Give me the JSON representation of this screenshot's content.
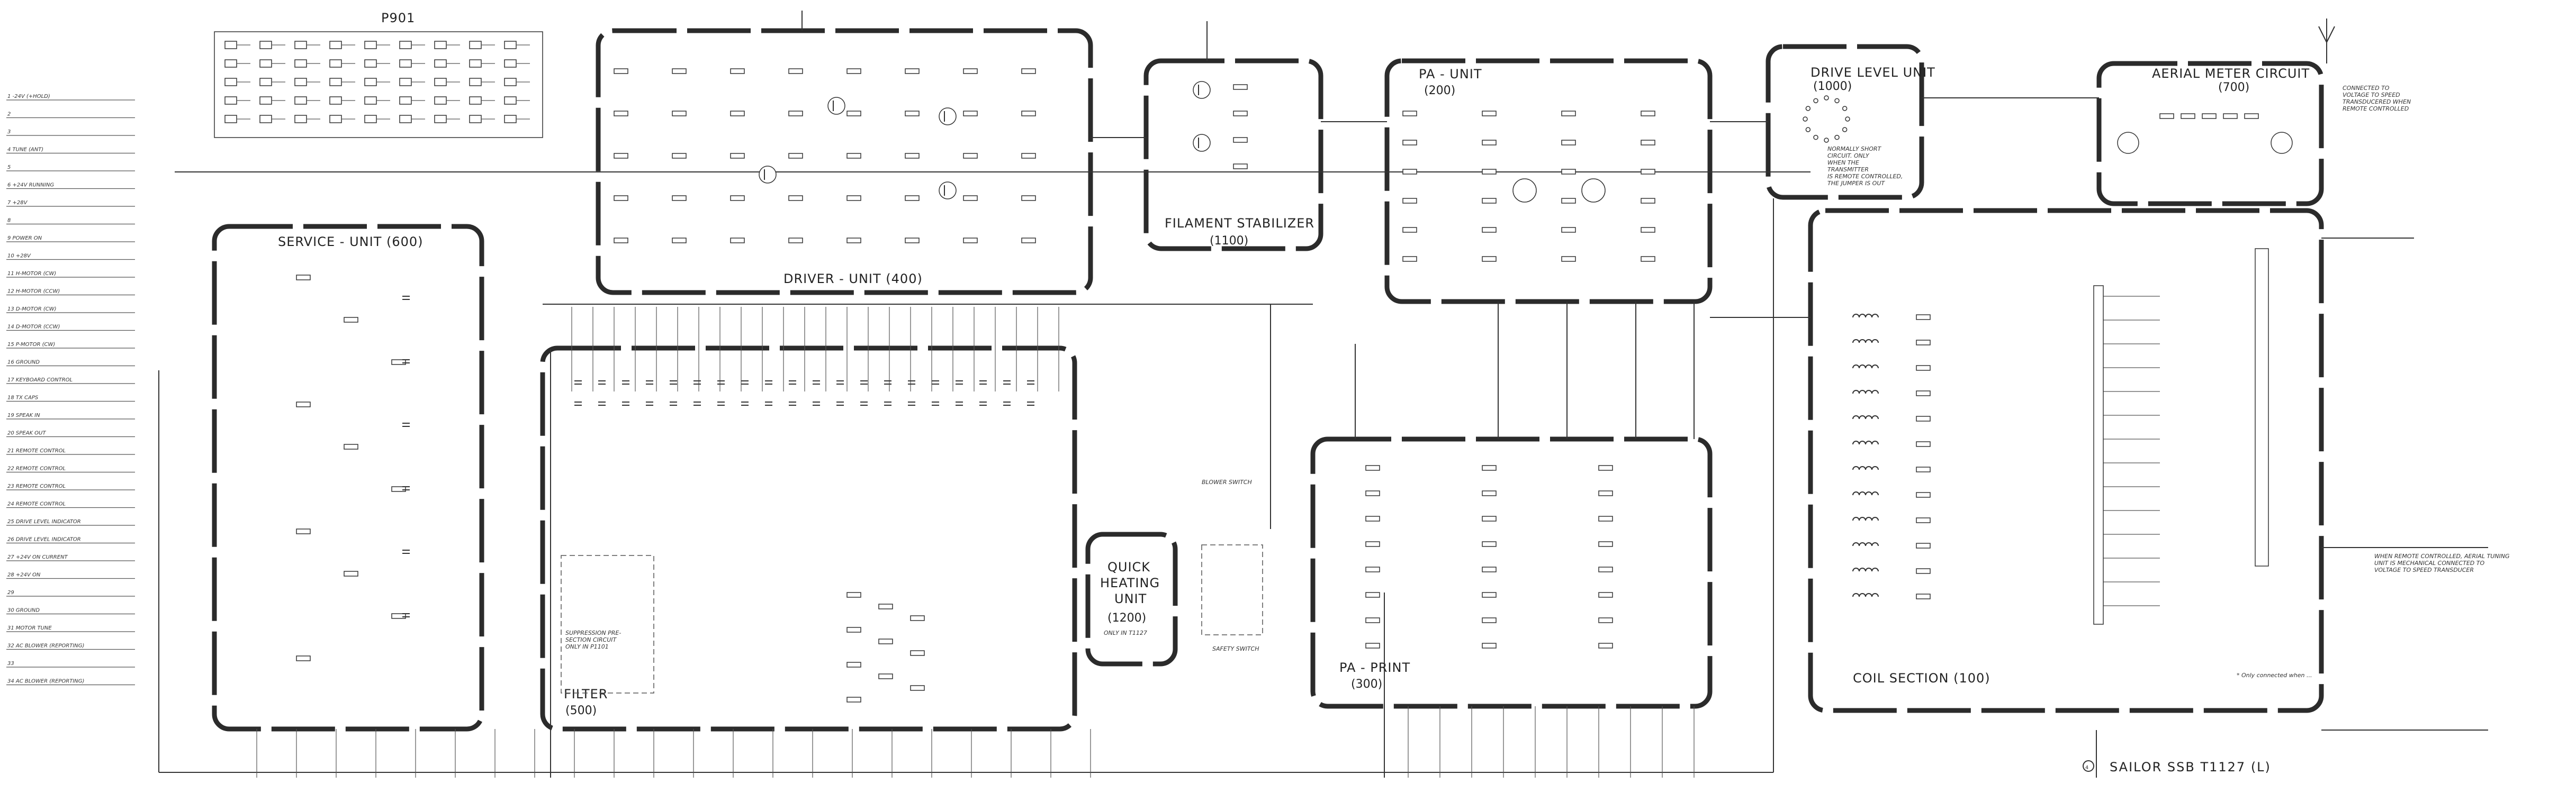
{
  "connector": {
    "label": "P901"
  },
  "units": [
    {
      "id": "driver",
      "name": "DRIVER - UNIT (400)"
    },
    {
      "id": "filament",
      "name": "FILAMENT STABILIZER",
      "number": "(1100)"
    },
    {
      "id": "pa",
      "name": "PA - UNIT",
      "number": "(200)"
    },
    {
      "id": "drive",
      "name": "DRIVE LEVEL UNIT",
      "number": "(1000)"
    },
    {
      "id": "aerial",
      "name": "AERIAL METER CIRCUIT",
      "number": "(700)"
    },
    {
      "id": "service",
      "name": "SERVICE - UNIT (600)"
    },
    {
      "id": "filter",
      "name": "FILTER",
      "number": "(500)"
    },
    {
      "id": "quick",
      "name": "QUICK",
      "name2": "HEATING",
      "name3": "UNIT",
      "number": "(1200)"
    },
    {
      "id": "paprint",
      "name": "PA - PRINT",
      "number": "(300)"
    },
    {
      "id": "coil",
      "name": "COIL SECTION (100)"
    }
  ],
  "notes": {
    "aerial_out": [
      "CONNECTED TO",
      "VOLTAGE TO SPEED",
      "TRANSDUCERED WHEN",
      "REMOTE CONTROLLED"
    ],
    "drive_note": [
      "NORMALLY SHORT",
      "CIRCUIT. ONLY",
      "WHEN THE",
      "TRANSMITTER",
      "IS REMOTE CONTROLLED,",
      "THE JUMPER IS OUT"
    ],
    "remote_note": [
      "WHEN REMOTE CONTROLLED, AERIAL TUNING",
      "UNIT IS MECHANICAL CONNECTED TO",
      "VOLTAGE TO SPEED TRANSDUCER"
    ],
    "filter_note": [
      "SUPPRESSION PRE-",
      "SECTION CIRCUIT",
      "ONLY IN P1101"
    ],
    "quick_note": "ONLY IN T1127",
    "blower": "BLOWER SWITCH",
    "safety": "SAFETY SWITCH",
    "only_connected": "* Only connected when ..."
  },
  "pin_list": [
    "1  -24V (+HOLD)",
    "2",
    "3",
    "4  TUNE (ANT)",
    "5",
    "6  +24V RUNNING",
    "7  +28V",
    "8",
    "9  POWER ON",
    "10 +28V",
    "11 H-MOTOR (CW)",
    "12 H-MOTOR (CCW)",
    "13 D-MOTOR (CW)",
    "14 D-MOTOR (CCW)",
    "15 P-MOTOR (CW)",
    "16 GROUND",
    "17 KEYBOARD CONTROL",
    "18 TX CAPS",
    "19 SPEAK IN",
    "20 SPEAK OUT",
    "21 REMOTE CONTROL",
    "22 REMOTE CONTROL",
    "23 REMOTE CONTROL",
    "24 REMOTE CONTROL",
    "25 DRIVE LEVEL INDICATOR",
    "26 DRIVE LEVEL INDICATOR",
    "27 +24V ON CURRENT",
    "28 +24V ON",
    "29",
    "30 GROUND",
    "31 MOTOR TUNE",
    "32 AC BLOWER (REPORTING)",
    "33",
    "34 AC BLOWER (REPORTING)"
  ],
  "footer": {
    "symbol": "4",
    "title": "SAILOR SSB  T1127 (L)"
  }
}
